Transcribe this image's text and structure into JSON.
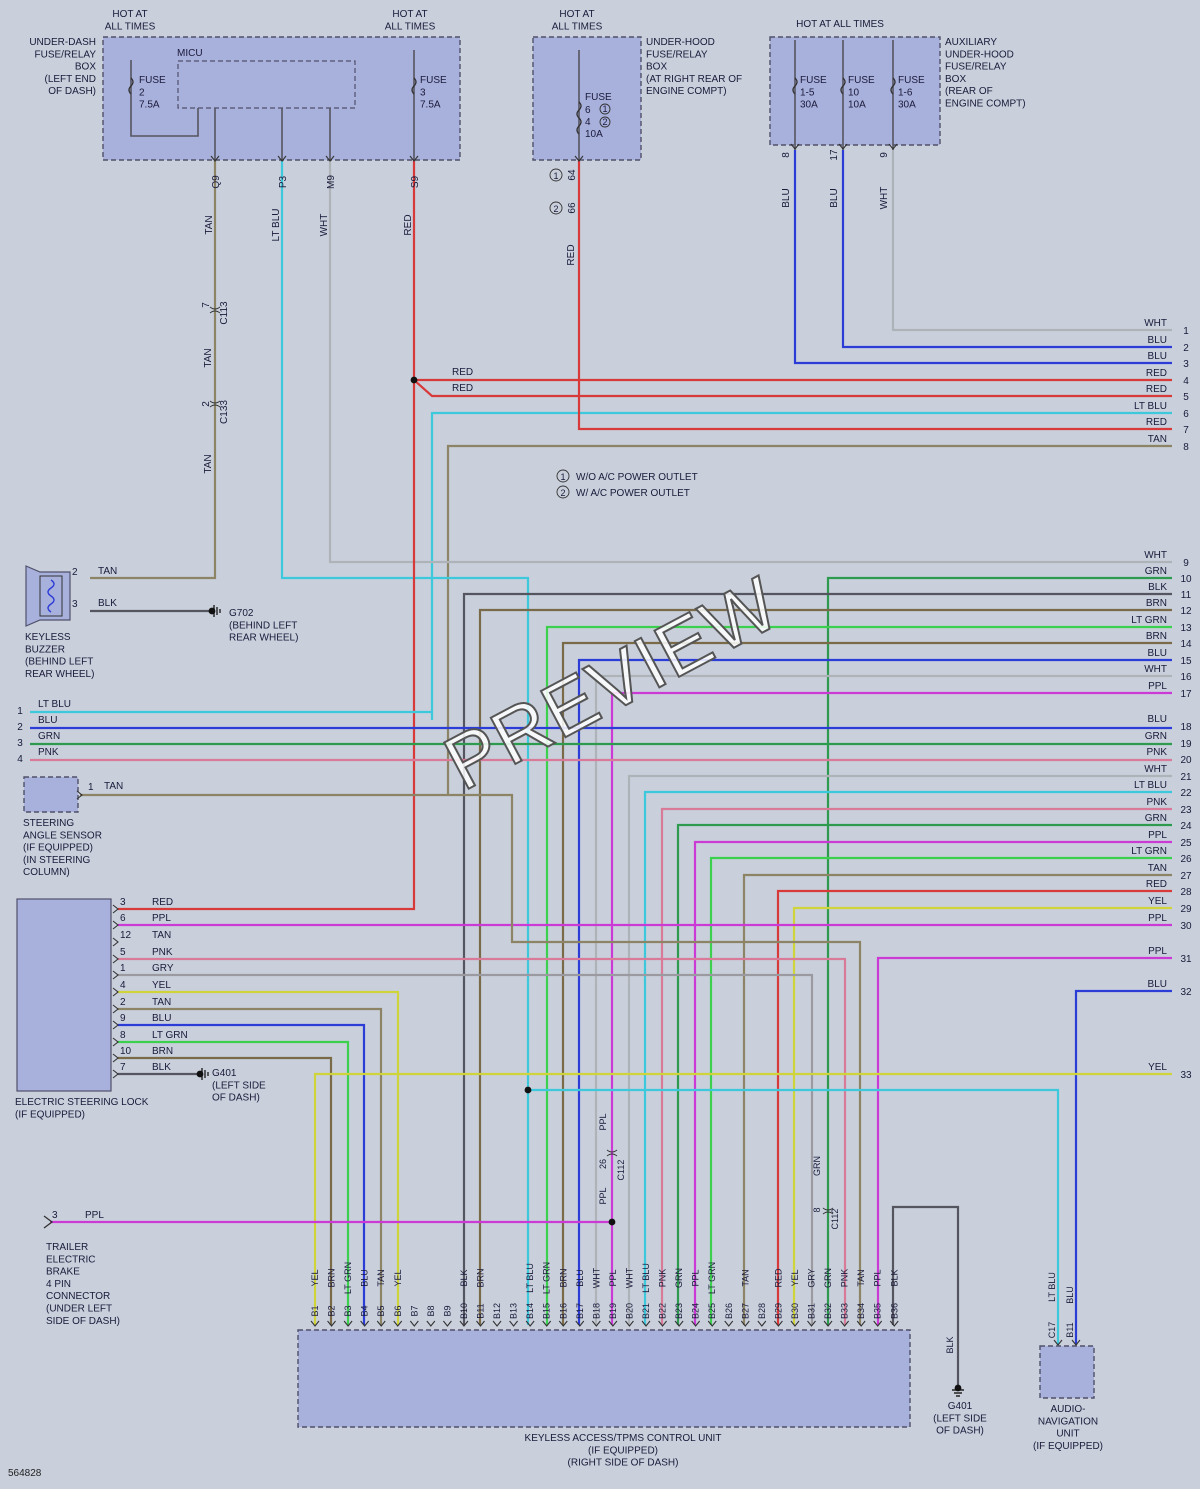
{
  "colors": {
    "RED": "#d83a3a",
    "BLU": "#2c3cd6",
    "LT BLU": "#3ec8dc",
    "TAN": "#8c8464",
    "WHT": "#aeb3b8",
    "BLK": "#555560",
    "BRN": "#7a6a48",
    "GRN": "#2e9a4e",
    "LT GRN": "#3cd04e",
    "PPL": "#cc3ad6",
    "PNK": "#d87a98",
    "YEL": "#cfd43a",
    "GRY": "#9a9aa0"
  },
  "header": {
    "hot1": [
      "HOT AT",
      "ALL TIMES"
    ],
    "hot2": [
      "HOT AT",
      "ALL TIMES"
    ],
    "hot3": [
      "HOT AT",
      "ALL TIMES"
    ],
    "hot4": "HOT AT ALL TIMES"
  },
  "underdash": {
    "label": [
      "UNDER-DASH",
      "FUSE/RELAY",
      "BOX",
      "(LEFT END",
      "OF DASH)"
    ],
    "micu": "MICU",
    "fuse1": [
      "FUSE",
      "2",
      "7.5A"
    ],
    "fuse2": [
      "FUSE",
      "3",
      "7.5A"
    ],
    "pins": [
      "Q9",
      "P3",
      "M9",
      "S9"
    ],
    "wires": [
      "TAN",
      "LT BLU",
      "WHT",
      "RED"
    ]
  },
  "underhood": {
    "label": [
      "UNDER-HOOD",
      "FUSE/RELAY",
      "BOX",
      "(AT RIGHT REAR OF",
      "ENGINE COMPT)"
    ],
    "fuse": [
      "FUSE",
      "6",
      "4",
      "10A"
    ],
    "pins": [
      "64",
      "66"
    ],
    "wire": "RED",
    "c1": "1",
    "c2": "2"
  },
  "aux": {
    "label": [
      "AUXILIARY",
      "UNDER-HOOD",
      "FUSE/RELAY",
      "BOX",
      "(REAR OF",
      "ENGINE COMPT)"
    ],
    "fuses": [
      [
        "FUSE",
        "1-5",
        "30A"
      ],
      [
        "FUSE",
        "10",
        "10A"
      ],
      [
        "FUSE",
        "1-6",
        "30A"
      ]
    ],
    "pins": [
      "8",
      "17",
      "9"
    ],
    "wires": [
      "BLU",
      "BLU",
      "WHT"
    ]
  },
  "connectors": {
    "c113": "C113",
    "c133": "C133",
    "c113pin": "7",
    "c133pin": "2",
    "c112a": "C112",
    "c112b": "C112",
    "c112apin": "26",
    "c112bpin": "8"
  },
  "notes": [
    {
      "num": "1",
      "text": "W/O A/C POWER OUTLET"
    },
    {
      "num": "2",
      "text": "W/ A/C POWER OUTLET"
    }
  ],
  "rightWires": [
    {
      "n": "1",
      "c": "WHT"
    },
    {
      "n": "2",
      "c": "BLU"
    },
    {
      "n": "3",
      "c": "BLU"
    },
    {
      "n": "4",
      "c": "RED"
    },
    {
      "n": "5",
      "c": "RED"
    },
    {
      "n": "6",
      "c": "LT BLU"
    },
    {
      "n": "7",
      "c": "RED"
    },
    {
      "n": "8",
      "c": "TAN"
    },
    {
      "n": "9",
      "c": "WHT"
    },
    {
      "n": "10",
      "c": "GRN"
    },
    {
      "n": "11",
      "c": "BLK"
    },
    {
      "n": "12",
      "c": "BRN"
    },
    {
      "n": "13",
      "c": "LT GRN"
    },
    {
      "n": "14",
      "c": "BRN"
    },
    {
      "n": "15",
      "c": "BLU"
    },
    {
      "n": "16",
      "c": "WHT"
    },
    {
      "n": "17",
      "c": "PPL"
    },
    {
      "n": "18",
      "c": "BLU"
    },
    {
      "n": "19",
      "c": "GRN"
    },
    {
      "n": "20",
      "c": "PNK"
    },
    {
      "n": "21",
      "c": "WHT"
    },
    {
      "n": "22",
      "c": "LT BLU"
    },
    {
      "n": "23",
      "c": "PNK"
    },
    {
      "n": "24",
      "c": "GRN"
    },
    {
      "n": "25",
      "c": "PPL"
    },
    {
      "n": "26",
      "c": "LT GRN"
    },
    {
      "n": "27",
      "c": "TAN"
    },
    {
      "n": "28",
      "c": "RED"
    },
    {
      "n": "29",
      "c": "YEL"
    },
    {
      "n": "30",
      "c": "PPL"
    },
    {
      "n": "31",
      "c": "PPL"
    },
    {
      "n": "32",
      "c": "BLU"
    },
    {
      "n": "33",
      "c": "YEL"
    }
  ],
  "midLabels": {
    "red1": "RED",
    "red2": "RED"
  },
  "leftWires": [
    {
      "n": "1",
      "c": "LT BLU"
    },
    {
      "n": "2",
      "c": "BLU"
    },
    {
      "n": "3",
      "c": "GRN"
    },
    {
      "n": "4",
      "c": "PNK"
    }
  ],
  "buzzer": {
    "label": [
      "KEYLESS",
      "BUZZER",
      "(BEHIND LEFT",
      "REAR WHEEL)"
    ],
    "pins": [
      {
        "n": "2",
        "c": "TAN"
      },
      {
        "n": "3",
        "c": "BLK"
      }
    ],
    "ground": [
      "G702",
      "(BEHIND LEFT",
      "REAR WHEEL)"
    ]
  },
  "sensor": {
    "label": [
      "STEERING",
      "ANGLE SENSOR",
      "(IF EQUIPPED)",
      "(IN STEERING",
      "COLUMN)"
    ],
    "pin": "1",
    "wire": "TAN"
  },
  "lock": {
    "label": [
      "ELECTRIC STEERING LOCK",
      "(IF EQUIPPED)"
    ],
    "pins": [
      {
        "n": "3",
        "c": "RED"
      },
      {
        "n": "6",
        "c": "PPL"
      },
      {
        "n": "12",
        "c": "TAN"
      },
      {
        "n": "5",
        "c": "PNK"
      },
      {
        "n": "1",
        "c": "GRY"
      },
      {
        "n": "4",
        "c": "YEL"
      },
      {
        "n": "2",
        "c": "TAN"
      },
      {
        "n": "9",
        "c": "BLU"
      },
      {
        "n": "8",
        "c": "LT GRN"
      },
      {
        "n": "10",
        "c": "BRN"
      },
      {
        "n": "7",
        "c": "BLK"
      }
    ],
    "ground": [
      "G401",
      "(LEFT SIDE",
      "OF DASH)"
    ]
  },
  "trailer": {
    "label": [
      "TRAILER",
      "ELECTRIC",
      "BRAKE",
      "4 PIN",
      "CONNECTOR",
      "(UNDER LEFT",
      "SIDE OF DASH)"
    ],
    "pin": "3",
    "wire": "PPL"
  },
  "unit": {
    "label": [
      "KEYLESS ACCESS/TPMS CONTROL UNIT",
      "(IF EQUIPPED)",
      "(RIGHT SIDE OF DASH)"
    ],
    "pins": [
      {
        "p": "B1",
        "c": "YEL"
      },
      {
        "p": "B2",
        "c": "BRN"
      },
      {
        "p": "B3",
        "c": "LT GRN"
      },
      {
        "p": "B4",
        "c": "BLU"
      },
      {
        "p": "B5",
        "c": "TAN"
      },
      {
        "p": "B6",
        "c": "YEL"
      },
      {
        "p": "B7",
        "c": ""
      },
      {
        "p": "B8",
        "c": ""
      },
      {
        "p": "B9",
        "c": ""
      },
      {
        "p": "B10",
        "c": "BLK"
      },
      {
        "p": "B11",
        "c": "BRN"
      },
      {
        "p": "B12",
        "c": ""
      },
      {
        "p": "B13",
        "c": ""
      },
      {
        "p": "B14",
        "c": "LT BLU"
      },
      {
        "p": "B15",
        "c": "LT GRN"
      },
      {
        "p": "B16",
        "c": "BRN"
      },
      {
        "p": "B17",
        "c": "BLU"
      },
      {
        "p": "B18",
        "c": "WHT"
      },
      {
        "p": "B19",
        "c": "PPL"
      },
      {
        "p": "B20",
        "c": "WHT"
      },
      {
        "p": "B21",
        "c": "LT BLU"
      },
      {
        "p": "B22",
        "c": "PNK"
      },
      {
        "p": "B23",
        "c": "GRN"
      },
      {
        "p": "B24",
        "c": "PPL"
      },
      {
        "p": "B25",
        "c": "LT GRN"
      },
      {
        "p": "B26",
        "c": ""
      },
      {
        "p": "B27",
        "c": "TAN"
      },
      {
        "p": "B28",
        "c": ""
      },
      {
        "p": "B29",
        "c": "RED"
      },
      {
        "p": "B30",
        "c": "YEL"
      },
      {
        "p": "B31",
        "c": "GRY"
      },
      {
        "p": "B32",
        "c": "GRN"
      },
      {
        "p": "B33",
        "c": "PNK"
      },
      {
        "p": "B34",
        "c": "TAN"
      },
      {
        "p": "B35",
        "c": "PPL"
      },
      {
        "p": "B36",
        "c": "BLK"
      }
    ],
    "ppl": "PPL",
    "grn": "GRN"
  },
  "unitGround": {
    "wire": "BLK",
    "label": [
      "G401",
      "(LEFT SIDE",
      "OF DASH)"
    ]
  },
  "audio": {
    "label": [
      "AUDIO-",
      "NAVIGATION",
      "UNIT",
      "(IF EQUIPPED)"
    ],
    "pins": [
      {
        "p": "C17",
        "c": "LT BLU"
      },
      {
        "p": "B11",
        "c": "BLU"
      }
    ]
  },
  "watermark": "PREVIEW",
  "docnum": "564828"
}
